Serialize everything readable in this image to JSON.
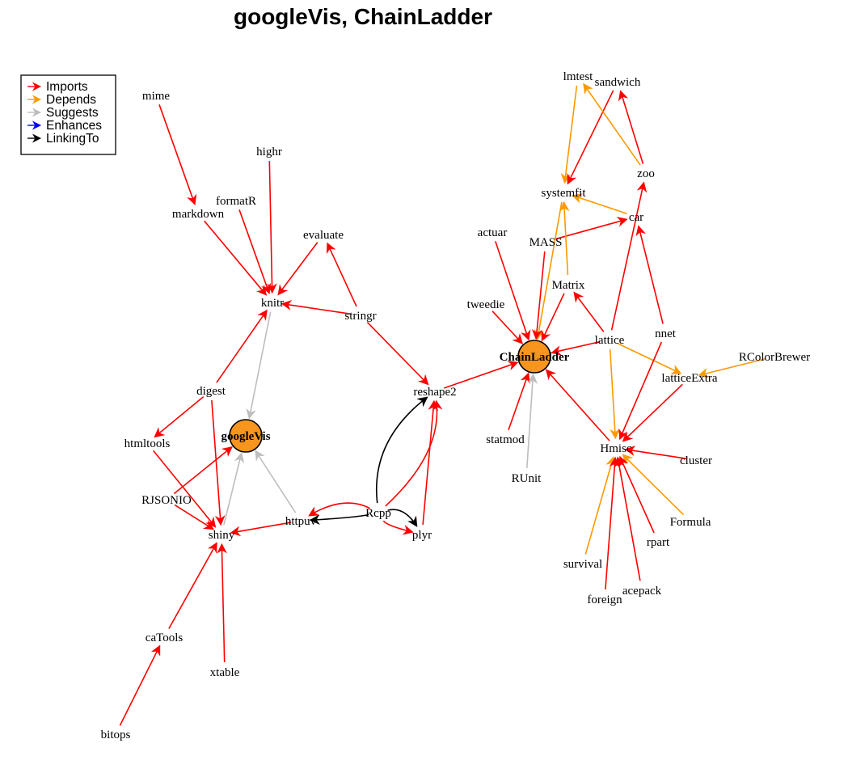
{
  "title": "googleVis, ChainLadder",
  "colors": {
    "Imports": "#ff0000",
    "Depends": "#ff9900",
    "Suggests": "#bebebe",
    "Enhances": "#0000ff",
    "LinkingTo": "#000000",
    "root_fill": "#f7951f"
  },
  "legend": {
    "position": "top-left",
    "items": [
      {
        "label": "Imports",
        "type": "Imports"
      },
      {
        "label": "Depends",
        "type": "Depends"
      },
      {
        "label": "Suggests",
        "type": "Suggests"
      },
      {
        "label": "Enhances",
        "type": "Enhances"
      },
      {
        "label": "LinkingTo",
        "type": "LinkingTo"
      }
    ]
  },
  "nodes": [
    {
      "id": "mime",
      "label": "mime"
    },
    {
      "id": "highr",
      "label": "highr"
    },
    {
      "id": "formatR",
      "label": "formatR"
    },
    {
      "id": "markdown",
      "label": "markdown"
    },
    {
      "id": "evaluate",
      "label": "evaluate"
    },
    {
      "id": "knitr",
      "label": "knitr"
    },
    {
      "id": "stringr",
      "label": "stringr"
    },
    {
      "id": "digest",
      "label": "digest"
    },
    {
      "id": "googleVis",
      "label": "googleVis",
      "root": true
    },
    {
      "id": "htmltools",
      "label": "htmltools"
    },
    {
      "id": "RJSONIO",
      "label": "RJSONIO"
    },
    {
      "id": "shiny",
      "label": "shiny"
    },
    {
      "id": "httpuv",
      "label": "httpuv"
    },
    {
      "id": "Rcpp",
      "label": "Rcpp"
    },
    {
      "id": "plyr",
      "label": "plyr"
    },
    {
      "id": "reshape2",
      "label": "reshape2"
    },
    {
      "id": "caTools",
      "label": "caTools"
    },
    {
      "id": "xtable",
      "label": "xtable"
    },
    {
      "id": "bitops",
      "label": "bitops"
    },
    {
      "id": "lmtest",
      "label": "lmtest"
    },
    {
      "id": "sandwich",
      "label": "sandwich"
    },
    {
      "id": "zoo",
      "label": "zoo"
    },
    {
      "id": "systemfit",
      "label": "systemfit"
    },
    {
      "id": "car",
      "label": "car"
    },
    {
      "id": "actuar",
      "label": "actuar"
    },
    {
      "id": "MASS",
      "label": "MASS"
    },
    {
      "id": "Matrix",
      "label": "Matrix"
    },
    {
      "id": "tweedie",
      "label": "tweedie"
    },
    {
      "id": "ChainLadder",
      "label": "ChainLadder",
      "root": true
    },
    {
      "id": "lattice",
      "label": "lattice"
    },
    {
      "id": "nnet",
      "label": "nnet"
    },
    {
      "id": "RColorBrewer",
      "label": "RColorBrewer"
    },
    {
      "id": "latticeExtra",
      "label": "latticeExtra"
    },
    {
      "id": "statmod",
      "label": "statmod"
    },
    {
      "id": "RUnit",
      "label": "RUnit"
    },
    {
      "id": "Hmisc",
      "label": "Hmisc"
    },
    {
      "id": "cluster",
      "label": "cluster"
    },
    {
      "id": "Formula",
      "label": "Formula"
    },
    {
      "id": "rpart",
      "label": "rpart"
    },
    {
      "id": "survival",
      "label": "survival"
    },
    {
      "id": "acepack",
      "label": "acepack"
    },
    {
      "id": "foreign",
      "label": "foreign"
    }
  ],
  "edges": [
    {
      "from": "mime",
      "to": "markdown",
      "type": "Imports"
    },
    {
      "from": "highr",
      "to": "knitr",
      "type": "Imports"
    },
    {
      "from": "formatR",
      "to": "knitr",
      "type": "Imports"
    },
    {
      "from": "markdown",
      "to": "knitr",
      "type": "Imports"
    },
    {
      "from": "evaluate",
      "to": "knitr",
      "type": "Imports"
    },
    {
      "from": "stringr",
      "to": "knitr",
      "type": "Imports"
    },
    {
      "from": "stringr",
      "to": "evaluate",
      "type": "Imports"
    },
    {
      "from": "digest",
      "to": "knitr",
      "type": "Imports"
    },
    {
      "from": "knitr",
      "to": "googleVis",
      "type": "Suggests"
    },
    {
      "from": "digest",
      "to": "htmltools",
      "type": "Imports"
    },
    {
      "from": "digest",
      "to": "shiny",
      "type": "Imports"
    },
    {
      "from": "htmltools",
      "to": "shiny",
      "type": "Imports"
    },
    {
      "from": "RJSONIO",
      "to": "googleVis",
      "type": "Imports"
    },
    {
      "from": "RJSONIO",
      "to": "shiny",
      "type": "Imports"
    },
    {
      "from": "shiny",
      "to": "googleVis",
      "type": "Suggests"
    },
    {
      "from": "httpuv",
      "to": "googleVis",
      "type": "Suggests"
    },
    {
      "from": "httpuv",
      "to": "shiny",
      "type": "Imports"
    },
    {
      "from": "Rcpp",
      "to": "httpuv",
      "type": "Imports"
    },
    {
      "from": "Rcpp",
      "to": "httpuv",
      "type": "LinkingTo"
    },
    {
      "from": "Rcpp",
      "to": "plyr",
      "type": "Imports"
    },
    {
      "from": "Rcpp",
      "to": "plyr",
      "type": "LinkingTo"
    },
    {
      "from": "Rcpp",
      "to": "reshape2",
      "type": "Imports"
    },
    {
      "from": "Rcpp",
      "to": "reshape2",
      "type": "LinkingTo"
    },
    {
      "from": "plyr",
      "to": "reshape2",
      "type": "Imports"
    },
    {
      "from": "stringr",
      "to": "reshape2",
      "type": "Imports"
    },
    {
      "from": "reshape2",
      "to": "ChainLadder",
      "type": "Imports"
    },
    {
      "from": "caTools",
      "to": "shiny",
      "type": "Imports"
    },
    {
      "from": "xtable",
      "to": "shiny",
      "type": "Imports"
    },
    {
      "from": "bitops",
      "to": "caTools",
      "type": "Imports"
    },
    {
      "from": "lmtest",
      "to": "systemfit",
      "type": "Depends"
    },
    {
      "from": "sandwich",
      "to": "systemfit",
      "type": "Imports"
    },
    {
      "from": "zoo",
      "to": "sandwich",
      "type": "Imports"
    },
    {
      "from": "zoo",
      "to": "lmtest",
      "type": "Depends"
    },
    {
      "from": "car",
      "to": "systemfit",
      "type": "Depends"
    },
    {
      "from": "MASS",
      "to": "car",
      "type": "Imports"
    },
    {
      "from": "Matrix",
      "to": "systemfit",
      "type": "Depends"
    },
    {
      "from": "systemfit",
      "to": "ChainLadder",
      "type": "Depends"
    },
    {
      "from": "actuar",
      "to": "ChainLadder",
      "type": "Imports"
    },
    {
      "from": "MASS",
      "to": "ChainLadder",
      "type": "Imports"
    },
    {
      "from": "Matrix",
      "to": "ChainLadder",
      "type": "Imports"
    },
    {
      "from": "tweedie",
      "to": "ChainLadder",
      "type": "Imports"
    },
    {
      "from": "lattice",
      "to": "ChainLadder",
      "type": "Imports"
    },
    {
      "from": "lattice",
      "to": "Matrix",
      "type": "Imports"
    },
    {
      "from": "lattice",
      "to": "zoo",
      "type": "Imports"
    },
    {
      "from": "lattice",
      "to": "latticeExtra",
      "type": "Depends"
    },
    {
      "from": "lattice",
      "to": "Hmisc",
      "type": "Depends"
    },
    {
      "from": "nnet",
      "to": "car",
      "type": "Imports"
    },
    {
      "from": "nnet",
      "to": "Hmisc",
      "type": "Imports"
    },
    {
      "from": "RColorBrewer",
      "to": "latticeExtra",
      "type": "Depends"
    },
    {
      "from": "latticeExtra",
      "to": "Hmisc",
      "type": "Imports"
    },
    {
      "from": "statmod",
      "to": "ChainLadder",
      "type": "Imports"
    },
    {
      "from": "RUnit",
      "to": "ChainLadder",
      "type": "Suggests"
    },
    {
      "from": "Hmisc",
      "to": "ChainLadder",
      "type": "Imports"
    },
    {
      "from": "cluster",
      "to": "Hmisc",
      "type": "Imports"
    },
    {
      "from": "Formula",
      "to": "Hmisc",
      "type": "Depends"
    },
    {
      "from": "rpart",
      "to": "Hmisc",
      "type": "Imports"
    },
    {
      "from": "survival",
      "to": "Hmisc",
      "type": "Depends"
    },
    {
      "from": "acepack",
      "to": "Hmisc",
      "type": "Imports"
    },
    {
      "from": "foreign",
      "to": "Hmisc",
      "type": "Imports"
    }
  ]
}
